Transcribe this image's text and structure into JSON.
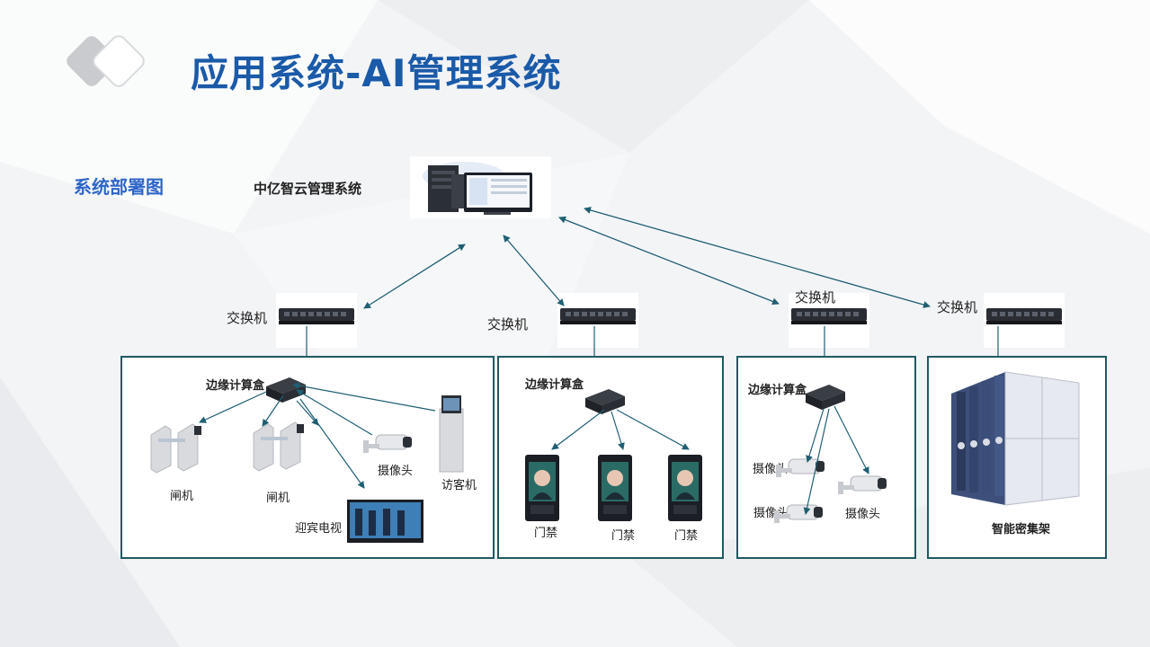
{
  "page": {
    "title": "应用系统-AI管理系统",
    "subtitle": "系统部署图"
  },
  "server": {
    "label": "中亿智云管理系统"
  },
  "switches": [
    {
      "label": "交换机"
    },
    {
      "label": "交换机"
    },
    {
      "label": "交换机"
    },
    {
      "label": "交换机"
    }
  ],
  "panels": [
    {
      "edge_label": "边缘计算盒",
      "devices": [
        {
          "label": "闸机"
        },
        {
          "label": "闸机"
        },
        {
          "label": "摄像头"
        },
        {
          "label": "访客机"
        },
        {
          "label": "迎宾电视"
        }
      ]
    },
    {
      "edge_label": "边缘计算盒",
      "devices": [
        {
          "label": "门禁"
        },
        {
          "label": "门禁"
        },
        {
          "label": "门禁"
        }
      ]
    },
    {
      "edge_label": "边缘计算盒",
      "devices": [
        {
          "label": "摄像头"
        },
        {
          "label": "摄像头"
        },
        {
          "label": "摄像头"
        }
      ]
    },
    {
      "devices": [
        {
          "label": "智能密集架"
        }
      ]
    }
  ],
  "colors": {
    "title": "#1a5aa8",
    "subtitle": "#2f66c8",
    "panel_border": "#1f5a63",
    "arrow": "#1f5f73"
  }
}
